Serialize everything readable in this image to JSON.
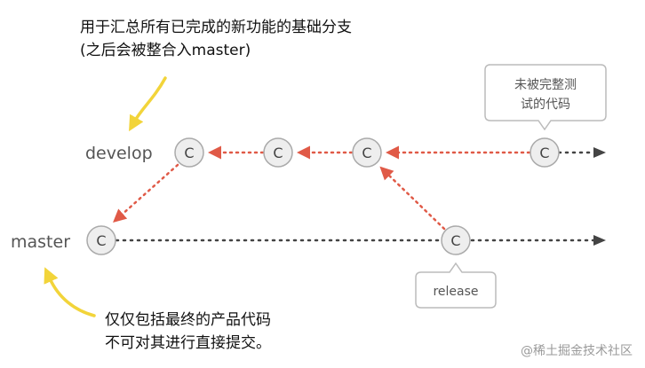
{
  "colors": {
    "arrow_red": "#e05a47",
    "line_gray": "#444444",
    "arrow_yellow": "#f2d43a",
    "node_fill": "#eeeeee",
    "node_stroke": "#aaaaaa"
  },
  "branches": {
    "develop_label": "develop",
    "master_label": "master"
  },
  "commit_letter": "C",
  "callouts": {
    "untested_line1": "未被完整测",
    "untested_line2": "试的代码",
    "release": "release"
  },
  "notes": {
    "develop_line1": "用于汇总所有已完成的新功能的基础分支",
    "develop_line2": "(之后会被整合入master)",
    "master_line1": "仅仅包括最终的产品代码",
    "master_line2": "不可对其进行直接提交。"
  },
  "watermark": "@稀土掘金技术社区"
}
